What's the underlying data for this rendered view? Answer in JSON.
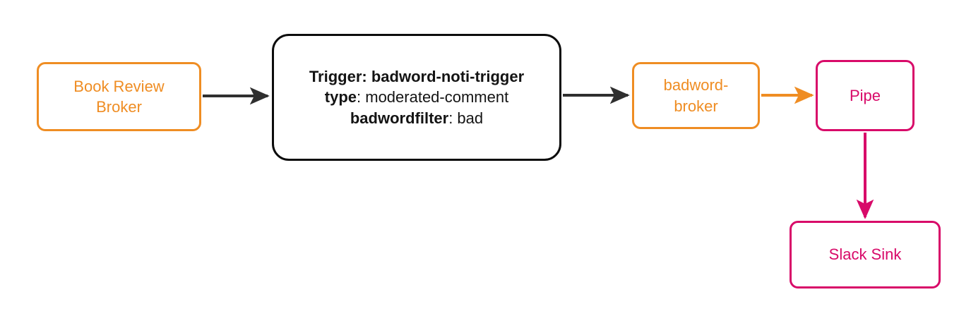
{
  "diagram": {
    "type": "flow-diagram",
    "colors": {
      "orange": "#ef8d23",
      "pink": "#d80a69",
      "dark": "#2f2f2f",
      "black": "#0c0c0c",
      "background": "#ffffff"
    },
    "nodes": {
      "book_review_broker": {
        "label_line_1": "Book Review",
        "label_line_2": "Broker",
        "color": "#ef8d23"
      },
      "trigger": {
        "line1_label": "Trigger:",
        "line1_value": " badword-noti-trigger",
        "line2_label": "type",
        "line2_value": ": moderated-comment",
        "line3_label": "badwordfilter",
        "line3_value": ": bad",
        "color": "#0c0c0c"
      },
      "badword_broker": {
        "label_line_1": "badword-",
        "label_line_2": "broker",
        "color": "#ef8d23"
      },
      "pipe": {
        "label": "Pipe",
        "color": "#d80a69"
      },
      "slack_sink": {
        "label": "Slack Sink",
        "color": "#d80a69"
      }
    },
    "edges": [
      {
        "name": "broker-to-trigger",
        "from": "book_review_broker",
        "to": "trigger",
        "color": "#2f2f2f",
        "direction": "right"
      },
      {
        "name": "trigger-to-badword",
        "from": "trigger",
        "to": "badword_broker",
        "color": "#2f2f2f",
        "direction": "right"
      },
      {
        "name": "badword-to-pipe",
        "from": "badword_broker",
        "to": "pipe",
        "color": "#ef8d23",
        "direction": "right"
      },
      {
        "name": "pipe-to-slack-sink",
        "from": "pipe",
        "to": "slack_sink",
        "color": "#d80a69",
        "direction": "down"
      }
    ]
  }
}
